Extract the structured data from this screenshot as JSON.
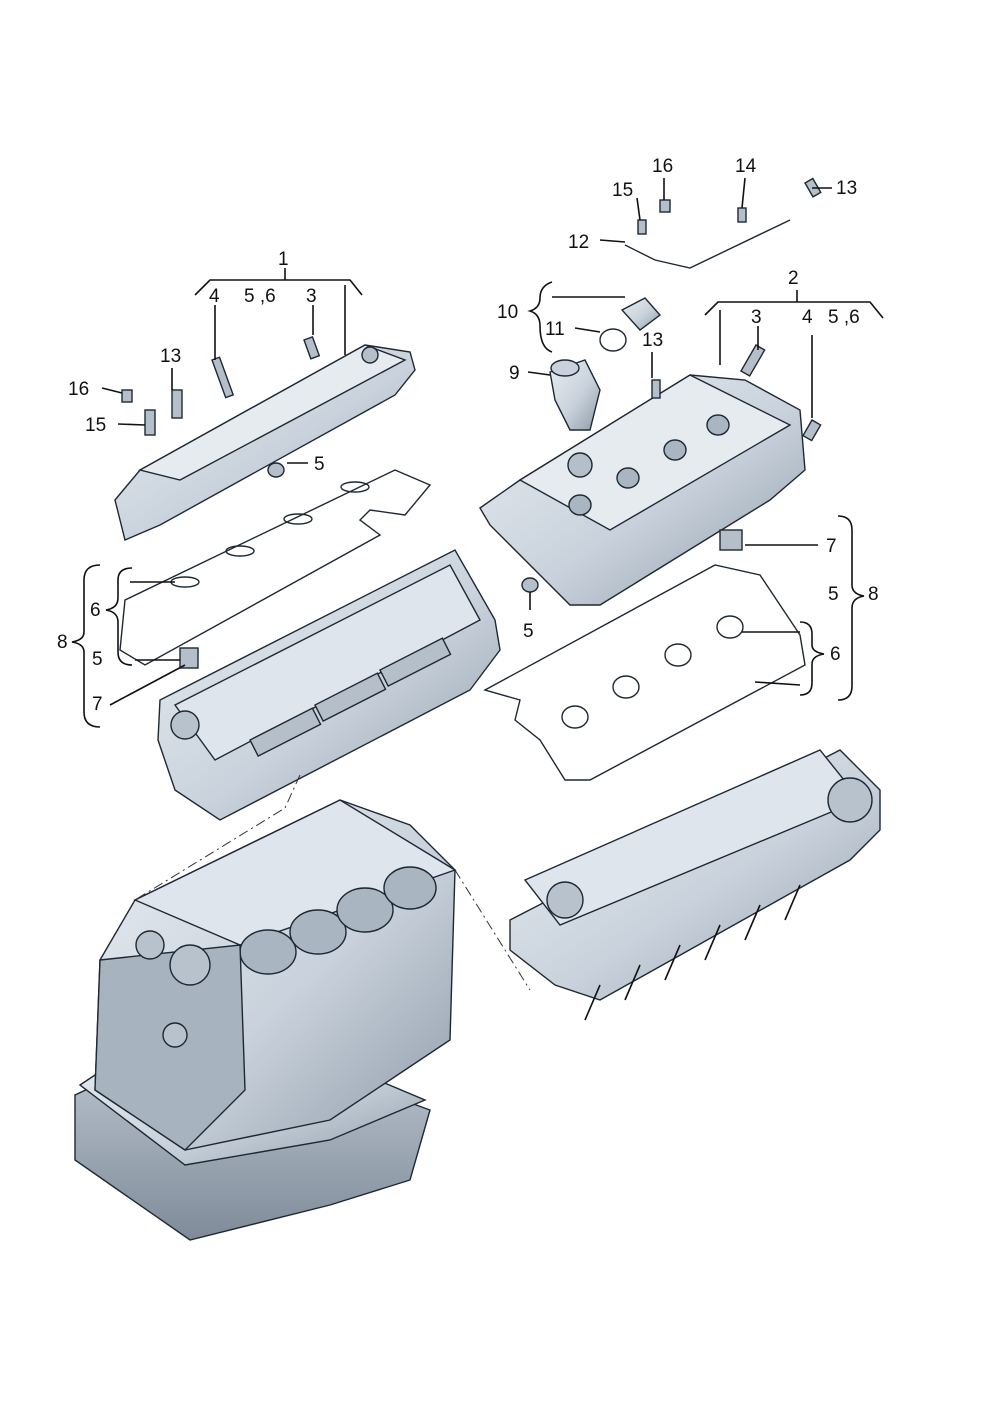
{
  "labels": {
    "l1": "1",
    "l2": "2",
    "l3a": "3",
    "l3b": "3",
    "l4a": "4",
    "l4b": "4",
    "l56a": "5 ,6",
    "l56b": "5 ,6",
    "l5a": "5",
    "l5b": "5",
    "l5c": "5",
    "l5d": "5",
    "l6a": "6",
    "l6b": "6",
    "l7a": "7",
    "l7b": "7",
    "l8a": "8",
    "l8b": "8",
    "l9": "9",
    "l10": "10",
    "l11": "11",
    "l12": "12",
    "l13a": "13",
    "l13b": "13",
    "l13c": "13",
    "l14": "14",
    "l15a": "15",
    "l15b": "15",
    "l16a": "16",
    "l16b": "16"
  },
  "colors": {
    "part_fill": "#c9d2dc",
    "part_shadow": "#8e9aa8",
    "part_light": "#e8edf2",
    "ink": "#111111"
  }
}
